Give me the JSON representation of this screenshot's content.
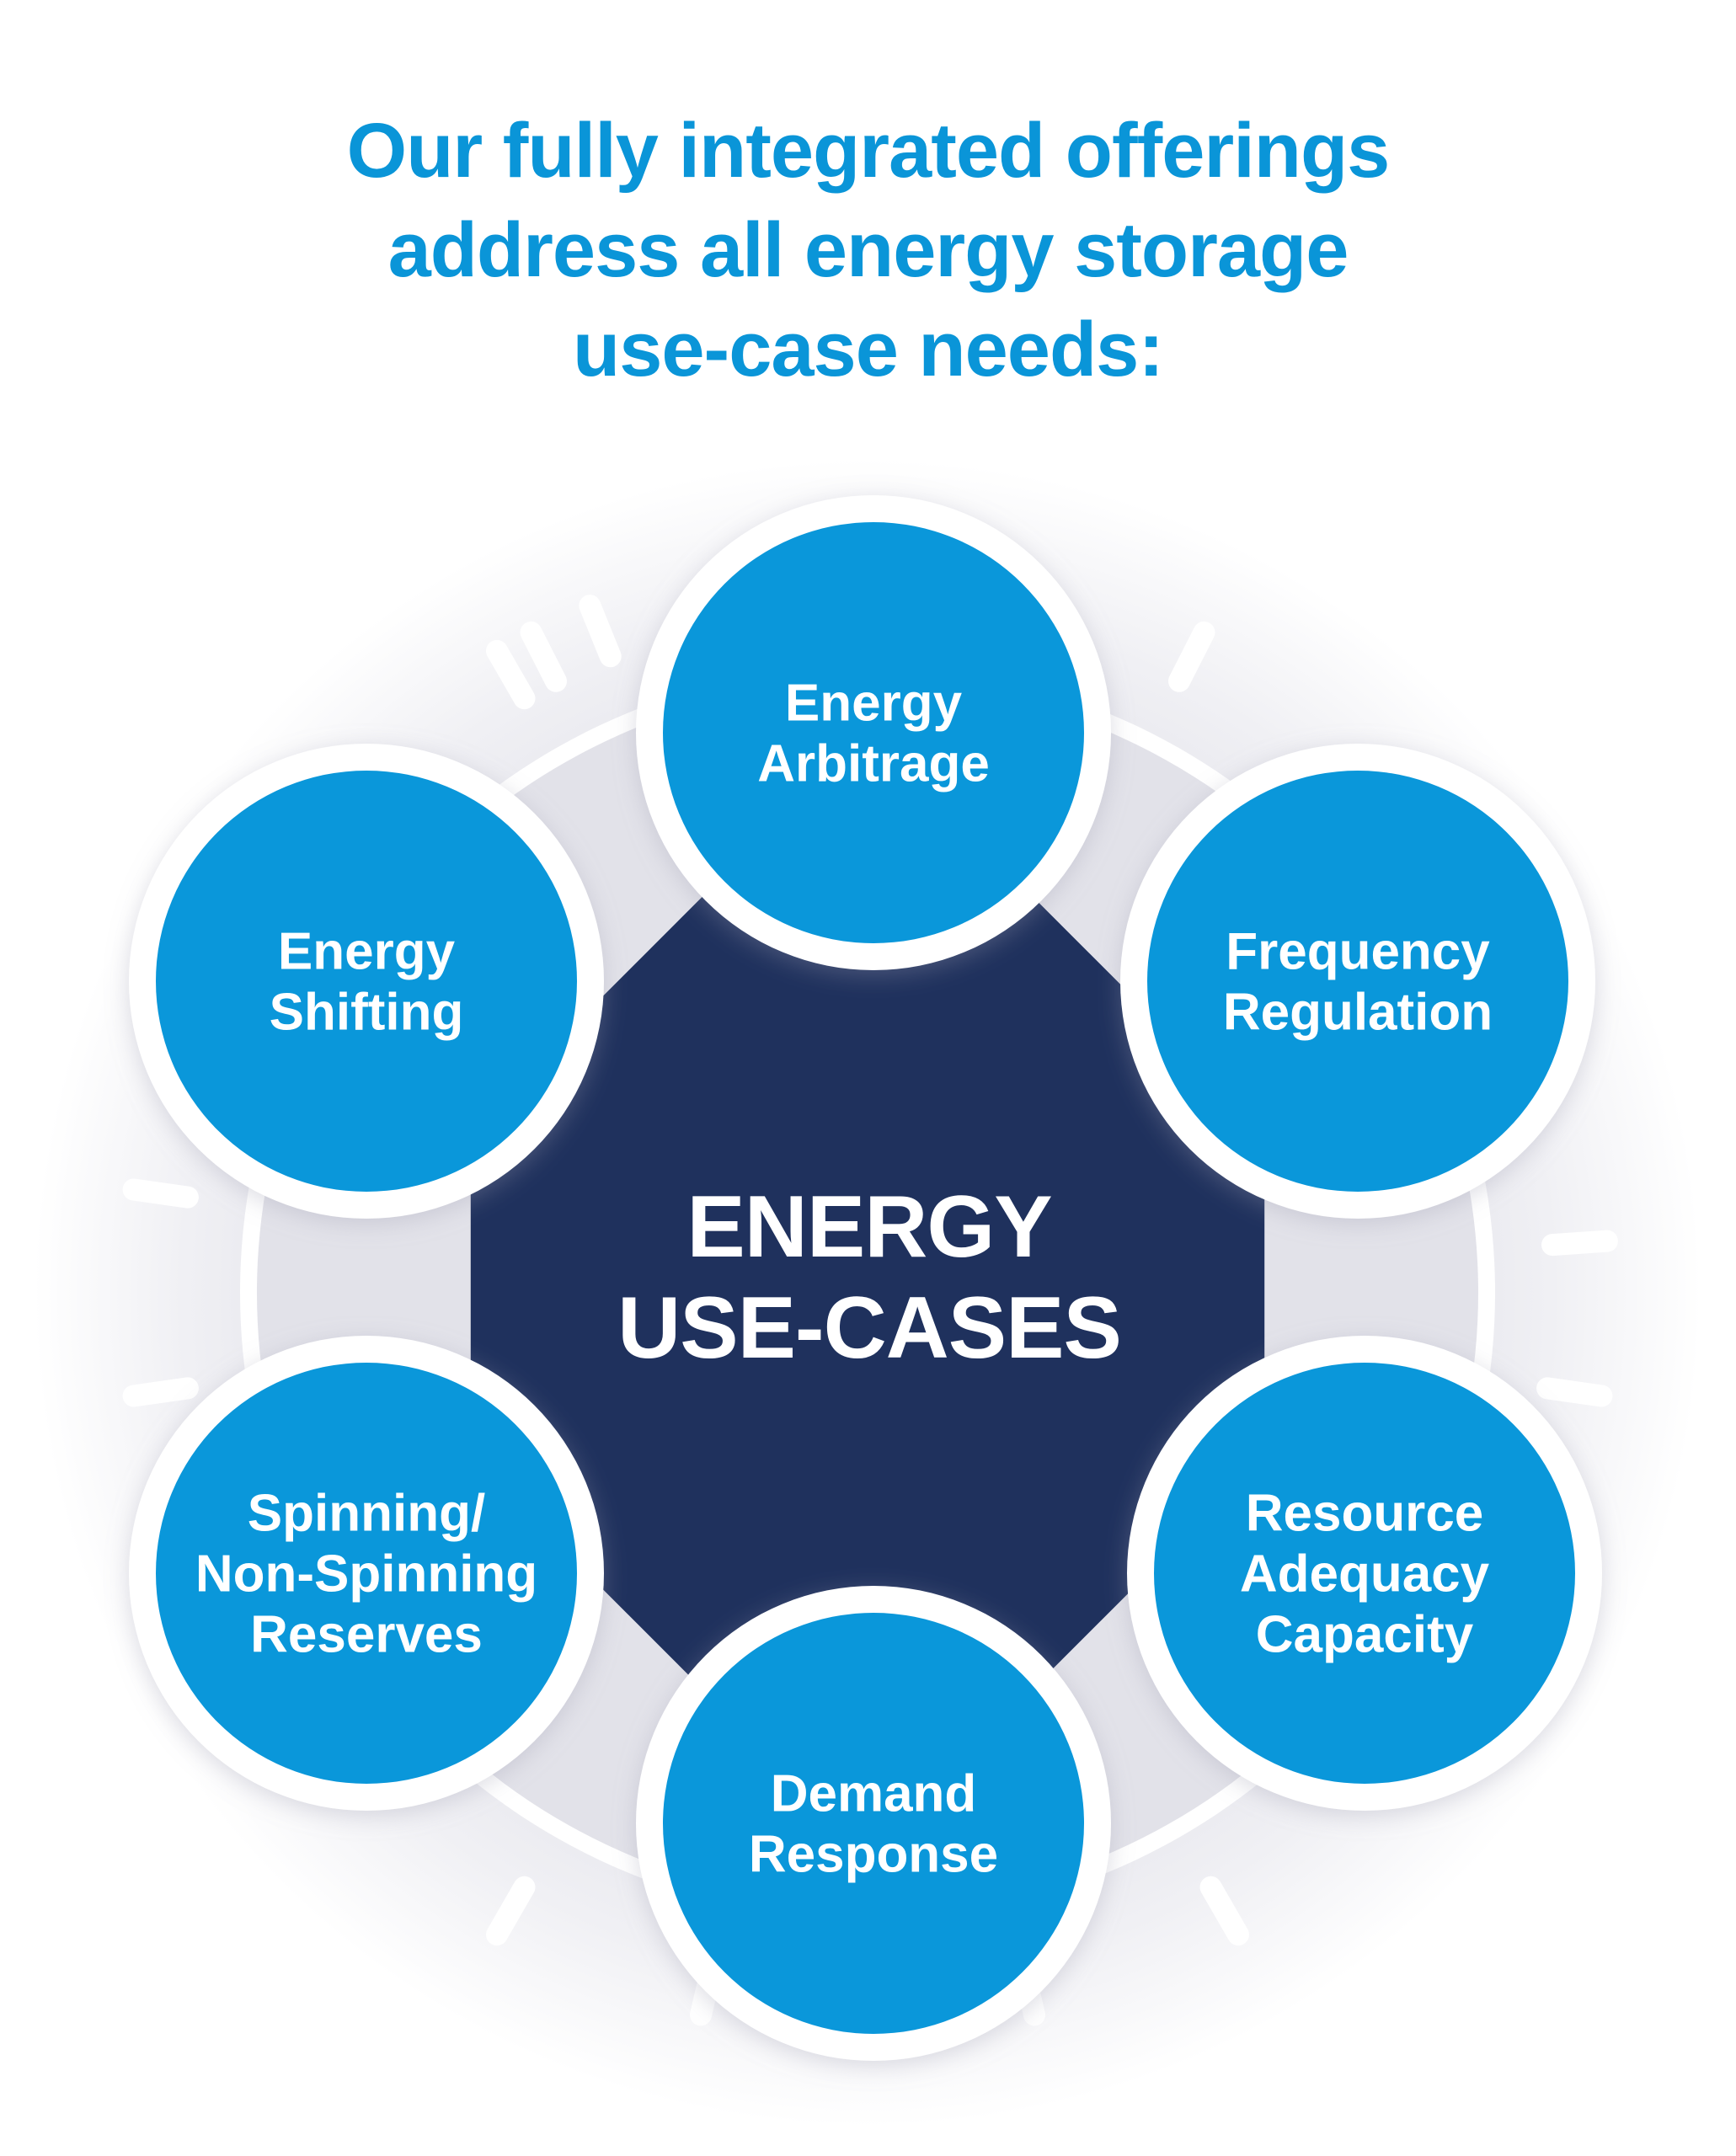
{
  "heading": {
    "line1": "Our fully integrated offerings",
    "line2": "address all energy storage",
    "line3": "use-case needs:"
  },
  "center": {
    "line1": "ENERGY",
    "line2": "USE-CASES"
  },
  "use_cases": [
    {
      "lines": [
        "Energy",
        "Arbitrage"
      ]
    },
    {
      "lines": [
        "Frequency",
        "Regulation"
      ]
    },
    {
      "lines": [
        "Resource",
        "Adequacy",
        "Capacity"
      ]
    },
    {
      "lines": [
        "Demand",
        "Response"
      ]
    },
    {
      "lines": [
        "Spinning/",
        "Non-Spinning",
        "Reserves"
      ]
    },
    {
      "lines": [
        "Energy",
        "Shifting"
      ]
    }
  ],
  "colors": {
    "heading": "#0a95d8",
    "circle": "#0a97da",
    "center": "#1f315d",
    "ring": "#e6e6ec"
  }
}
